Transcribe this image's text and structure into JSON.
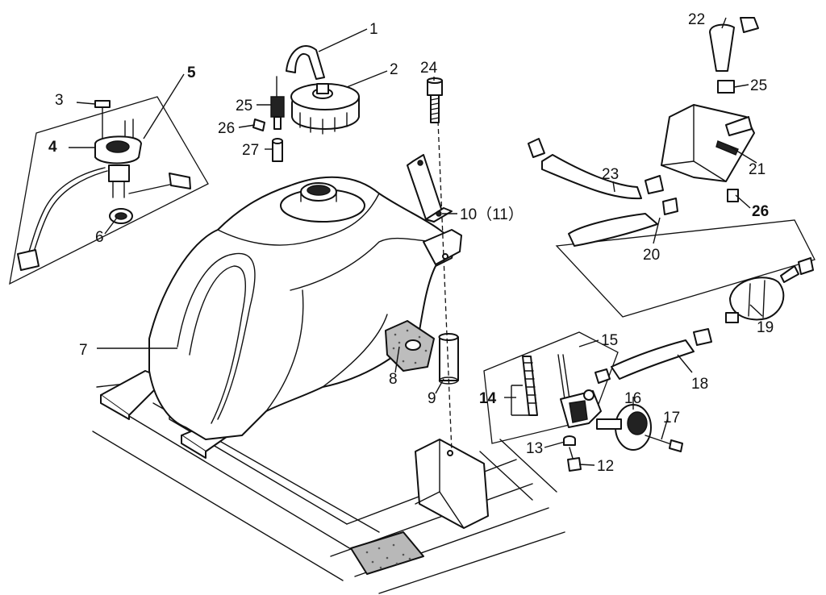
{
  "diagram": {
    "type": "exploded parts diagram",
    "callouts": [
      {
        "id": "c1",
        "label": "1"
      },
      {
        "id": "c2",
        "label": "2"
      },
      {
        "id": "c3",
        "label": "3"
      },
      {
        "id": "c4",
        "label": "4"
      },
      {
        "id": "c5",
        "label": "5"
      },
      {
        "id": "c6",
        "label": "6"
      },
      {
        "id": "c7",
        "label": "7"
      },
      {
        "id": "c8",
        "label": "8"
      },
      {
        "id": "c9",
        "label": "9"
      },
      {
        "id": "c10",
        "label": "10（11）"
      },
      {
        "id": "c12",
        "label": "12"
      },
      {
        "id": "c13",
        "label": "13"
      },
      {
        "id": "c14",
        "label": "14"
      },
      {
        "id": "c15",
        "label": "15"
      },
      {
        "id": "c16",
        "label": "16"
      },
      {
        "id": "c17",
        "label": "17"
      },
      {
        "id": "c18",
        "label": "18"
      },
      {
        "id": "c19",
        "label": "19"
      },
      {
        "id": "c20",
        "label": "20"
      },
      {
        "id": "c21",
        "label": "21"
      },
      {
        "id": "c22",
        "label": "22"
      },
      {
        "id": "c23",
        "label": "23"
      },
      {
        "id": "c24",
        "label": "24"
      },
      {
        "id": "c25a",
        "label": "25"
      },
      {
        "id": "c25b",
        "label": "25"
      },
      {
        "id": "c26a",
        "label": "26"
      },
      {
        "id": "c26b",
        "label": "26"
      },
      {
        "id": "c27",
        "label": "27"
      }
    ]
  }
}
